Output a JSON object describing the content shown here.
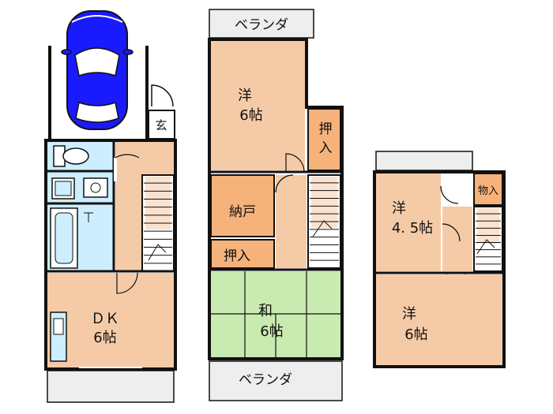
{
  "colors": {
    "wall": "#111111",
    "room_wood": "#f5cba7",
    "room_storage": "#f5b27a",
    "room_tatami": "#c9eab0",
    "room_wet": "#cdeeff",
    "balcony": "#eeeeee",
    "car_body": "#1a1aff",
    "stair": "#f5cba7"
  },
  "floor1": {
    "entrance_label": "玄",
    "dk_label": "ＤＫ",
    "dk_size": "6帖",
    "car_icon": "car-icon",
    "fixture_icons": [
      "toilet-icon",
      "washbasin-icon",
      "bathtub-icon",
      "kitchen-sink-icon"
    ]
  },
  "floor2": {
    "balcony_top": "ベランダ",
    "balcony_bottom": "ベランダ",
    "western_label": "洋",
    "western_size": "6帖",
    "closet_right": "押入",
    "storage_label": "納戸",
    "closet_left": "押入",
    "japanese_label": "和",
    "japanese_size": "6帖"
  },
  "floor3": {
    "western_small_label": "洋",
    "western_small_size": "4. 5帖",
    "storage_label": "物入",
    "western_large_label": "洋",
    "western_large_size": "6帖"
  }
}
